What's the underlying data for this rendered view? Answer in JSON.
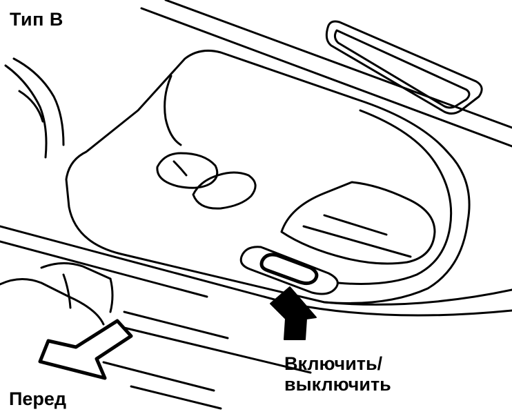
{
  "labels": {
    "type": "Тип В",
    "switch_line1": "Включить/",
    "switch_line2": "выключить",
    "front": "Перед"
  },
  "colors": {
    "ink": "#000000",
    "paper": "#ffffff"
  },
  "icons": {
    "direction_arrow": "arrow-down-left-icon",
    "pointer_arrow": "arrow-up-icon"
  }
}
